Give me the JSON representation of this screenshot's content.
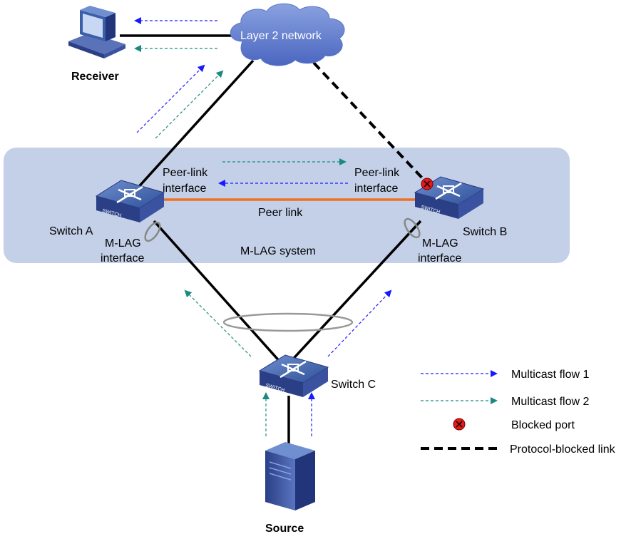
{
  "nodes": {
    "receiver": "Receiver",
    "source": "Source",
    "cloud": "Layer 2 network",
    "switch_a": "Switch A",
    "switch_b": "Switch B",
    "switch_c": "Switch C",
    "switch_badge": "SWITCH"
  },
  "labels": {
    "peer_link_if_a_1": "Peer-link",
    "peer_link_if_a_2": "interface",
    "peer_link_if_b_1": "Peer-link",
    "peer_link_if_b_2": "interface",
    "peer_link": "Peer link",
    "mlag_if_a_1": "M-LAG",
    "mlag_if_a_2": "interface",
    "mlag_if_b_1": "M-LAG",
    "mlag_if_b_2": "interface",
    "mlag_system": "M-LAG system"
  },
  "legend": {
    "flow1": "Multicast flow 1",
    "flow2": "Multicast flow 2",
    "blocked_port": "Blocked port",
    "protocol_blocked": "Protocol-blocked link"
  },
  "colors": {
    "flow1": "#1a1aff",
    "flow2": "#1a8a80",
    "peer_link": "#f07020",
    "system_bg": "#c3d0e8",
    "switch_blue": "#3a5fa8",
    "blocked": "#e21a1a"
  }
}
